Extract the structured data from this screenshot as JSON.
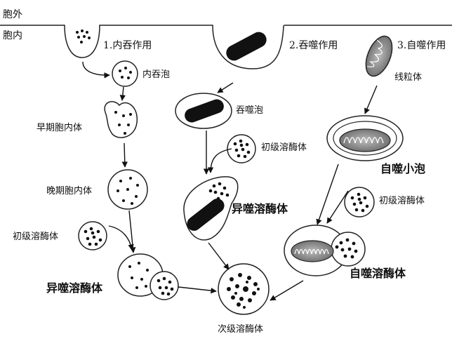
{
  "regions": {
    "outside": "胞外",
    "inside": "胞内"
  },
  "pathways": {
    "endocytosis": "1.内吞作用",
    "phagocytosis": "2.吞噬作用",
    "autophagy": "3.自噬作用"
  },
  "labels": {
    "endocytic_vesicle": "内吞泡",
    "early_endosome": "早期胞内体",
    "late_endosome": "晚期胞内体",
    "primary_lysosome_left": "初级溶酶体",
    "heterophagic_lysosome_left": "异噬溶酶体",
    "phagosome": "吞噬泡",
    "primary_lysosome_mid": "初级溶酶体",
    "heterophagic_lysosome_mid": "异噬溶酶体",
    "secondary_lysosome": "次级溶酶体",
    "mitochondrion": "线粒体",
    "autophagosome": "自噬小泡",
    "primary_lysosome_right": "初级溶酶体",
    "autophagic_lysosome": "自噬溶酶体"
  }
}
